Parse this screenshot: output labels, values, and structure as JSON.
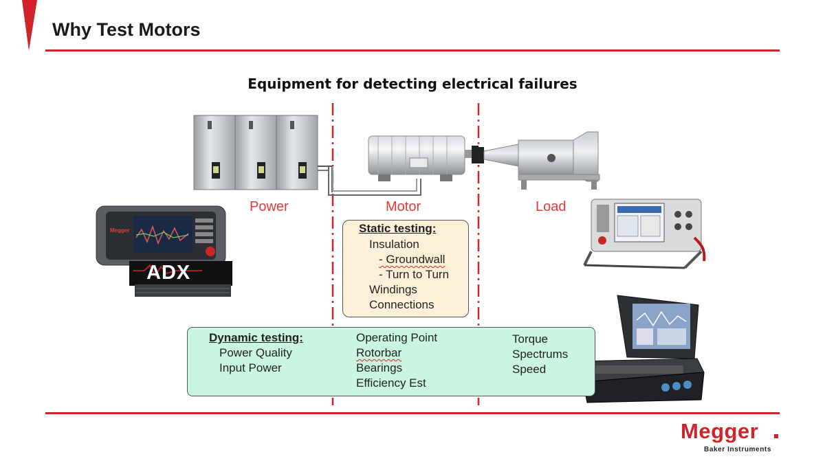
{
  "slide": {
    "title": "Why Test Motors",
    "subtitle": "Equipment for detecting electrical failures"
  },
  "sections": {
    "power": "Power",
    "motor": "Motor",
    "load": "Load"
  },
  "static_testing": {
    "heading": "Static testing:",
    "items": [
      "Insulation",
      "- Groundwall",
      "- Turn to Turn",
      "Windings",
      "Connections"
    ]
  },
  "dynamic_testing": {
    "heading": "Dynamic testing:",
    "power_items": [
      "Power Quality",
      "Input Power"
    ],
    "motor_items": [
      "Operating Point",
      "Rotorbar",
      "Bearings",
      "Efficiency Est"
    ],
    "load_items": [
      "Torque",
      "Spectrums",
      "Speed"
    ]
  },
  "device": {
    "adx_label": "ADX"
  },
  "brand": {
    "name": "Megger",
    "sub": "Baker Instruments"
  },
  "colors": {
    "accent_red": "#d2232a",
    "static_box": "#fdf0d8",
    "dynamic_box": "#c9f5e1"
  }
}
